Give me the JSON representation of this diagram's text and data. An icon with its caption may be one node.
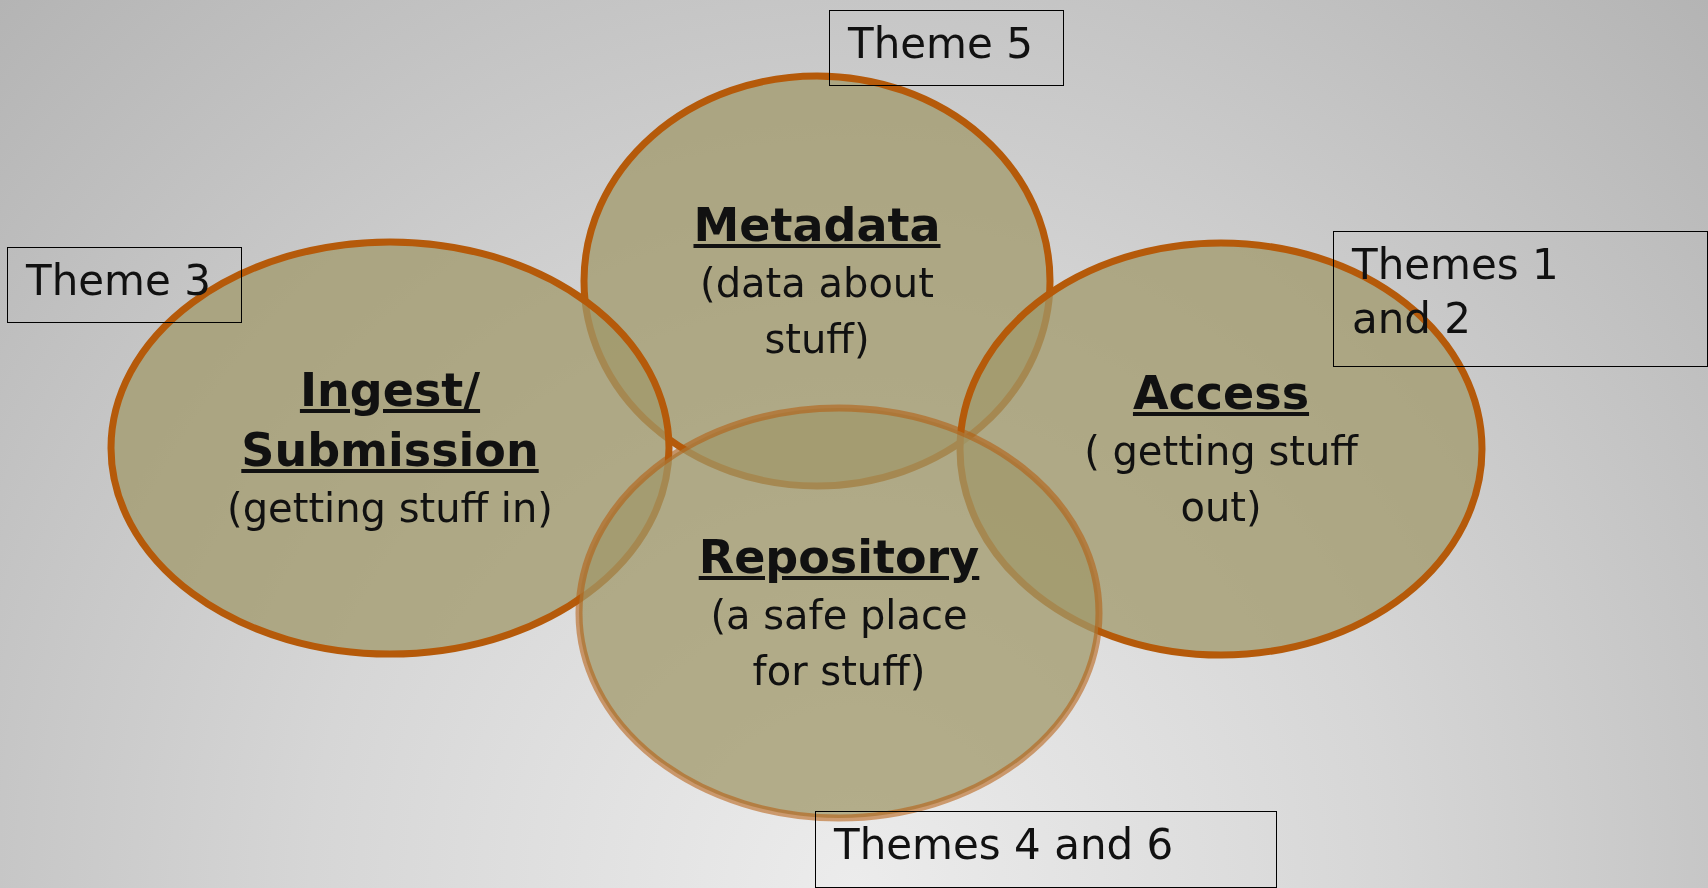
{
  "diagram": {
    "nodes": [
      {
        "text": [
          "Theme 5"
        ]
      },
      {
        "text": [
          "Metadata",
          "(data about stuff)"
        ]
      },
      {
        "text": [
          "Theme 3"
        ]
      },
      {
        "text": [
          "Themes 1 and 2"
        ]
      },
      {
        "text": [
          "Ingest/ Submission",
          "(getting stuff in)"
        ]
      },
      {
        "text": [
          "Access",
          "( getting stuff out)"
        ]
      },
      {
        "text": [
          "Repository",
          "(a safe place for stuff)"
        ]
      },
      {
        "text": [
          "Themes 4 and 6"
        ]
      }
    ]
  }
}
